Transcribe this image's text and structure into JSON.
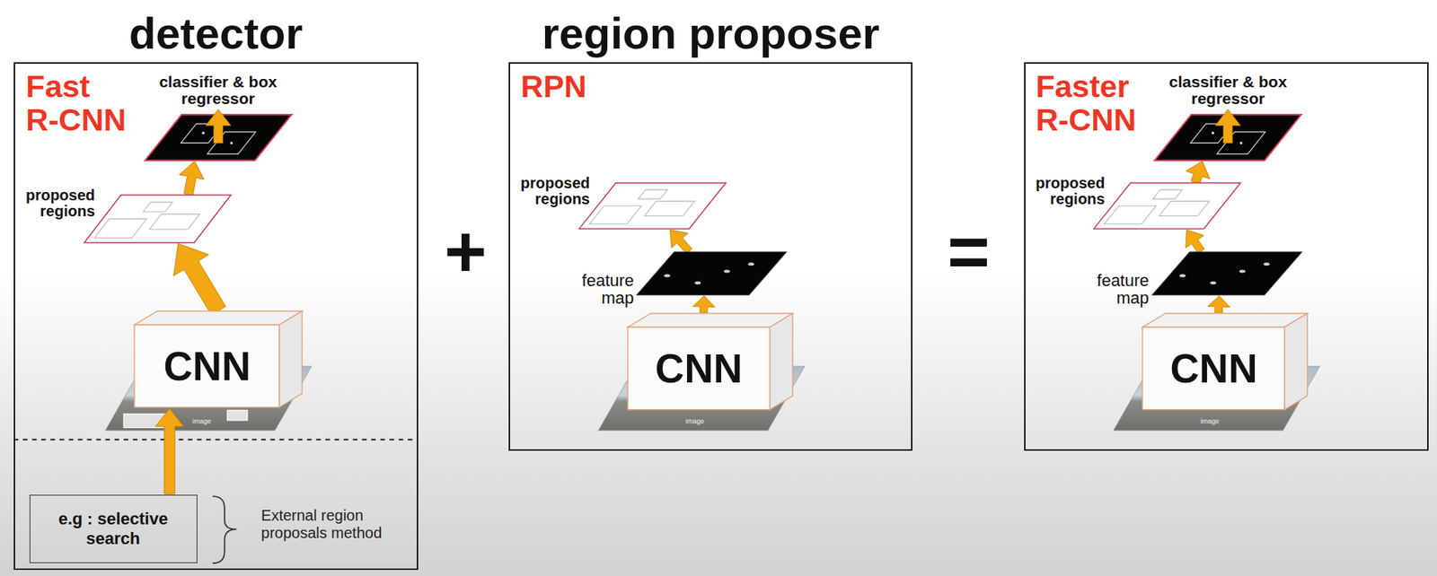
{
  "diagram": {
    "nodes": [
      {
        "text": [
          "detector",
          "Fast R-CNN"
        ]
      },
      {
        "text": [
          "classifier & box regressor"
        ],
        "in": 0
      },
      {
        "text": [
          "proposed regions"
        ],
        "in": 0
      },
      {
        "text": [
          "CNN"
        ],
        "in": 0
      },
      {
        "text": [
          "e.g : selective search"
        ],
        "in": 0
      },
      {
        "text": [
          "region proposer",
          "RPN"
        ]
      },
      {
        "text": [
          "proposed regions"
        ],
        "in": 5
      },
      {
        "text": [
          "feature map"
        ],
        "in": 5
      },
      {
        "text": [
          "CNN"
        ],
        "in": 5
      },
      {
        "text": [
          "Faster R-CNN"
        ]
      },
      {
        "text": [
          "classifier & box regressor"
        ],
        "in": 9
      },
      {
        "text": [
          "proposed regions"
        ],
        "in": 9
      },
      {
        "text": [
          "feature map"
        ],
        "in": 9
      },
      {
        "text": [
          "CNN"
        ],
        "in": 9
      }
    ],
    "edges": [
      {
        "from": 4,
        "to": 3,
        "arrow": "to"
      },
      {
        "from": 3,
        "to": 2,
        "arrow": "to"
      },
      {
        "from": 2,
        "to": 1,
        "arrow": "to"
      },
      {
        "from": 8,
        "to": 7,
        "arrow": "to"
      },
      {
        "from": 7,
        "to": 6,
        "arrow": "to"
      },
      {
        "from": 13,
        "to": 12,
        "arrow": "to"
      },
      {
        "from": 12,
        "to": 11,
        "arrow": "to"
      },
      {
        "from": 11,
        "to": 10,
        "arrow": "to"
      }
    ],
    "labels": [
      "image",
      "External region proposals method",
      "+",
      "image",
      "=",
      "image"
    ]
  }
}
